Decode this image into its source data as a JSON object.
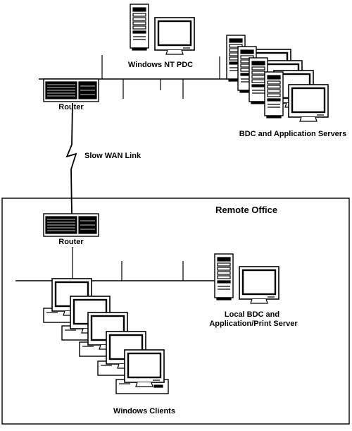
{
  "labels": {
    "pdc": "Windows NT PDC",
    "router_top": "Router",
    "bdc_servers": "BDC and Application Servers",
    "wan": "Slow WAN Link",
    "remote_office": "Remote Office",
    "router_bottom": "Router",
    "local_bdc_line1": "Local BDC and",
    "local_bdc_line2": "Application/Print Server",
    "clients": "Windows Clients"
  },
  "colors": {
    "ink": "#000000",
    "paper": "#ffffff"
  }
}
